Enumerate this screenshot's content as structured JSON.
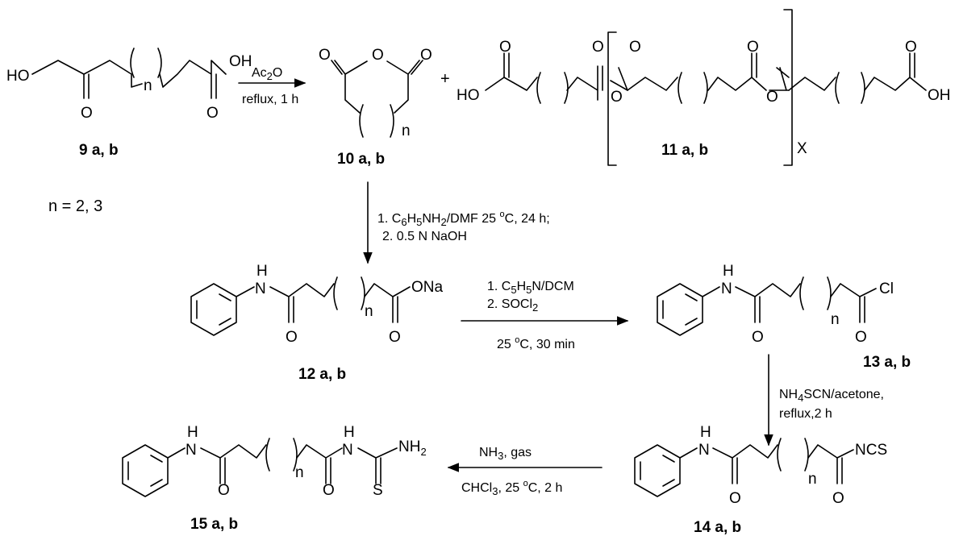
{
  "compounds": {
    "c9": {
      "label": "9 a, b"
    },
    "c10": {
      "label": "10 a, b"
    },
    "c11": {
      "label": "11 a, b",
      "repeat": "X"
    },
    "c12": {
      "label": "12 a, b"
    },
    "c13": {
      "label": "13 a, b"
    },
    "c14": {
      "label": "14 a, b"
    },
    "c15": {
      "label": "15 a, b"
    }
  },
  "n_values": "n = 2, 3",
  "plus": "+",
  "atoms": {
    "HO": "HO",
    "OH": "OH",
    "O": "O",
    "H": "H",
    "N": "N",
    "NH": "NH",
    "S": "S",
    "n": "n",
    "ONa": "ONa",
    "Cl": "Cl",
    "NCS": "NCS",
    "NH2_main": "NH",
    "NH2_sub": "2"
  },
  "steps": {
    "s1": {
      "reagent_main": "Ac",
      "reagent_sub": "2",
      "reagent_tail": "O",
      "conditions": "reflux, 1 h"
    },
    "s2": {
      "line1_prefix": "1. C",
      "line1_sub1": "6",
      "line1_mid1": "H",
      "line1_sub2": "5",
      "line1_mid2": "NH",
      "line1_sub3": "2",
      "line1_mid3": "/DMF   25 ",
      "line1_deg": "o",
      "line1_tail": "C, 24 h;",
      "line2": "2. 0.5 N NaOH"
    },
    "s3": {
      "line1_prefix": "1. C",
      "line1_sub1": "5",
      "line1_mid1": "H",
      "line1_sub2": "5",
      "line1_tail": "N/DCM",
      "line2_main": "2. SOCl",
      "line2_sub": "2",
      "cond_prefix": "25 ",
      "cond_deg": "o",
      "cond_tail": "C, 30 min"
    },
    "s4": {
      "line1_prefix": "NH",
      "line1_sub": "4",
      "line1_tail": "SCN/acetone,",
      "line2": "reflux,2 h"
    },
    "s5": {
      "above_prefix": "NH",
      "above_sub": "3",
      "above_tail": ", gas",
      "below_prefix": "CHCl",
      "below_sub": "3",
      "below_mid": ", 25 ",
      "below_deg": "o",
      "below_tail": "C, 2 h"
    }
  }
}
